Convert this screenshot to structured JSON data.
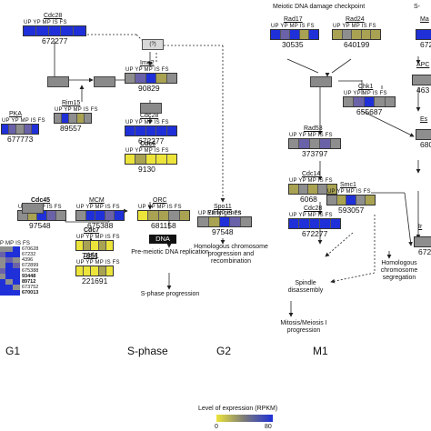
{
  "columns": [
    "UP",
    "YP",
    "MP",
    "IS",
    "FS"
  ],
  "palette": {
    "blue": "#1f30d8",
    "purple": "#6a62a8",
    "grey": "#8e8e8e",
    "olive": "#a8a252",
    "yellow": "#ece43a",
    "node": "#8a8a8a"
  },
  "genes": [
    {
      "name": "Cdc28",
      "id": "672277",
      "bold": false,
      "colors": [
        "blue",
        "blue",
        "blue",
        "blue",
        "blue"
      ]
    },
    {
      "name": "PKA",
      "id": "677773",
      "bold": false,
      "colors": [
        "blue",
        "purple",
        "grey",
        "purple",
        "blue"
      ]
    },
    {
      "name": "Rim15",
      "id": "89557",
      "bold": false,
      "colors": [
        "grey",
        "blue",
        "grey",
        "olive",
        "grey"
      ]
    },
    {
      "name": "Ime2",
      "id": "90829",
      "bold": false,
      "colors": [
        "grey",
        "purple",
        "blue",
        "olive",
        "grey"
      ]
    },
    {
      "name": "Cdc28",
      "id": "672277",
      "bold": false,
      "colors": [
        "blue",
        "blue",
        "blue",
        "blue",
        "blue"
      ]
    },
    {
      "name": "Cdc6",
      "id": "9130",
      "bold": true,
      "colors": [
        "yellow",
        "olive",
        "yellow",
        "yellow",
        "yellow"
      ]
    },
    {
      "name": "Cdc45",
      "id": "97548",
      "bold": true,
      "colors": [
        "grey",
        "olive",
        "blue",
        "purple",
        "grey"
      ]
    },
    {
      "name": "MCM",
      "id": "675388",
      "bold": false,
      "colors": [
        "grey",
        "blue",
        "blue",
        "purple",
        "blue"
      ]
    },
    {
      "name": "ORC",
      "id": "681158",
      "bold": false,
      "colors": [
        "yellow",
        "olive",
        "olive",
        "grey",
        "olive"
      ]
    },
    {
      "name": "Spo11",
      "id": "97548",
      "bold": false,
      "colors": [
        "grey",
        "olive",
        "blue",
        "purple",
        "grey"
      ]
    },
    {
      "name": "Cdc7",
      "id": "7051",
      "bold": true,
      "colors": [
        "yellow",
        "olive",
        "yellow",
        "olive",
        "yellow"
      ]
    },
    {
      "name": "Dbf4",
      "id": "221691",
      "bold": false,
      "colors": [
        "yellow",
        "yellow",
        "yellow",
        "olive",
        "yellow"
      ]
    },
    {
      "name": "Rad17",
      "id": "30535",
      "bold": false,
      "colors": [
        "blue",
        "purple",
        "blue",
        "olive",
        "blue"
      ]
    },
    {
      "name": "Rad24",
      "id": "640199",
      "bold": false,
      "colors": [
        "olive",
        "grey",
        "olive",
        "olive",
        "olive"
      ]
    },
    {
      "name": "Chk1",
      "id": "655687",
      "bold": false,
      "colors": [
        "grey",
        "purple",
        "blue",
        "grey",
        "grey"
      ]
    },
    {
      "name": "Rad53",
      "id": "373797",
      "bold": false,
      "colors": [
        "grey",
        "purple",
        "grey",
        "purple",
        "grey"
      ]
    },
    {
      "name": "Cdc14",
      "id": "6068",
      "bold": false,
      "colors": [
        "olive",
        "grey",
        "olive",
        "grey",
        "olive"
      ]
    },
    {
      "name": "Smc1",
      "id": "593057",
      "bold": false,
      "colors": [
        "grey",
        "olive",
        "blue",
        "grey",
        "olive"
      ]
    },
    {
      "name": "Cdc28",
      "id": "672277",
      "bold": false,
      "colors": [
        "blue",
        "blue",
        "blue",
        "blue",
        "blue"
      ]
    }
  ],
  "cropped_labels": [
    "Ma",
    "APC",
    "Es",
    "Ir"
  ],
  "cropped_ids": [
    "672",
    "463",
    "680",
    "672"
  ],
  "heatmap": {
    "ids": [
      "670628",
      "67232",
      "4396",
      "672899",
      "675388",
      "93448",
      "89712",
      "673752",
      "670013"
    ],
    "bold_ids": [
      "93448",
      "89712",
      "670013"
    ],
    "rows": [
      [
        "blue",
        "purple",
        "grey",
        "grey",
        "blue"
      ],
      [
        "blue",
        "grey",
        "purple",
        "blue",
        "blue"
      ],
      [
        "purple",
        "grey",
        "grey",
        "purple",
        "grey"
      ],
      [
        "blue",
        "purple",
        "grey",
        "blue",
        "purple"
      ],
      [
        "blue",
        "blue",
        "purple",
        "blue",
        "blue"
      ],
      [
        "blue",
        "olive",
        "grey",
        "blue",
        "blue"
      ],
      [
        "blue",
        "purple",
        "blue",
        "grey",
        "blue"
      ],
      [
        "purple",
        "grey",
        "blue",
        "blue",
        "grey"
      ],
      [
        "blue",
        "blue",
        "blue",
        "blue",
        "blue"
      ]
    ]
  },
  "header_meiotic": "Meiotic DNA damage checkpoint",
  "header_s_crop": "S-",
  "question": "(?)",
  "dna": "DNA",
  "early_genes": "Early genes",
  "captions": {
    "pre_meiotic": "Pre-meiotic DNA replication",
    "s_phase": "S-phase progression",
    "homologous": "Homologous chromosome progression and recombination",
    "spindle": "Spindle disassembly",
    "mitosis": "Mitosis/Meiosis I progression",
    "segregation": "Homologous chromosome segregation"
  },
  "phases": [
    "G1",
    "S-phase",
    "G2",
    "M1"
  ],
  "legend": {
    "title": "Level of expression (RPKM)",
    "min": "0",
    "max": "80",
    "colors": [
      "#ece43a",
      "#7a7a7a",
      "#1f30d8"
    ]
  }
}
